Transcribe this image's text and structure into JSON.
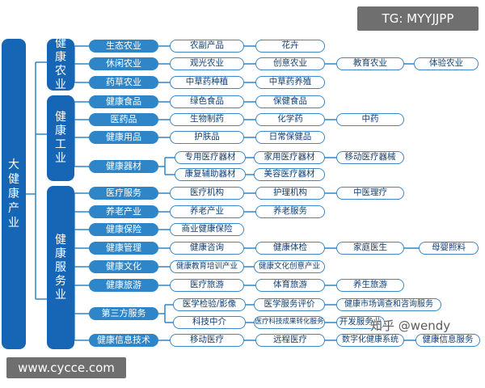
{
  "root": "大健康产业",
  "sectors": [
    {
      "name": "健康农业",
      "categories": [
        {
          "name": "生态农业",
          "items": [
            "农副产品",
            "花卉"
          ]
        },
        {
          "name": "休闲农业",
          "items": [
            "观光农业",
            "创意农业",
            "教育农业",
            "体验农业"
          ]
        },
        {
          "name": "药草农业",
          "items": [
            "中草药种植",
            "中草药养殖"
          ]
        }
      ]
    },
    {
      "name": "健康工业",
      "categories": [
        {
          "name": "健康食品",
          "items": [
            "绿色食品",
            "保健食品"
          ]
        },
        {
          "name": "医药品",
          "items": [
            "生物制药",
            "化学药",
            "中药"
          ]
        },
        {
          "name": "健康用品",
          "items": [
            "护肤品",
            "日常保健品"
          ]
        },
        {
          "name": "健康器材",
          "items": [
            "专用医疗器材",
            "家用医疗器材",
            "移动医疗器械",
            "康复辅助器材",
            "美容医疗器材"
          ]
        }
      ]
    },
    {
      "name": "健康服务业",
      "categories": [
        {
          "name": "医疗服务",
          "items": [
            "医疗机构",
            "护理机构",
            "中医理疗"
          ]
        },
        {
          "name": "养老产业",
          "items": [
            "养老产业",
            "养老服务"
          ]
        },
        {
          "name": "健康保险",
          "items": [
            "商业健康保险"
          ]
        },
        {
          "name": "健康管理",
          "items": [
            "健康咨询",
            "健康体检",
            "家庭医生",
            "母婴照料"
          ]
        },
        {
          "name": "健康文化",
          "items": [
            "健康教育培训产业",
            "健康文化创意产业"
          ]
        },
        {
          "name": "健康旅游",
          "items": [
            "医疗旅游",
            "体育旅游",
            "养生旅游"
          ]
        },
        {
          "name": "第三方服务",
          "items": [
            "医学检验/影像",
            "医学服务评价",
            "健康市场调查和咨询服务",
            "科技中介",
            "医疗科技成果转化服务",
            "开发服务业"
          ]
        },
        {
          "name": "健康信息技术",
          "items": [
            "移动医疗",
            "远程医疗",
            "数字化健康系统",
            "健康信息服务"
          ]
        }
      ]
    }
  ],
  "watermarks": {
    "top": "TG: MYYJJPP",
    "bottom": "www.cycce.com",
    "zhihu": "知乎 @wendy"
  },
  "colors": {
    "dark_blue": "#1766b6",
    "mid_blue": "#2e86c9",
    "border_blue": "#3a86c8",
    "badge_gray": "#6f6f6f"
  }
}
